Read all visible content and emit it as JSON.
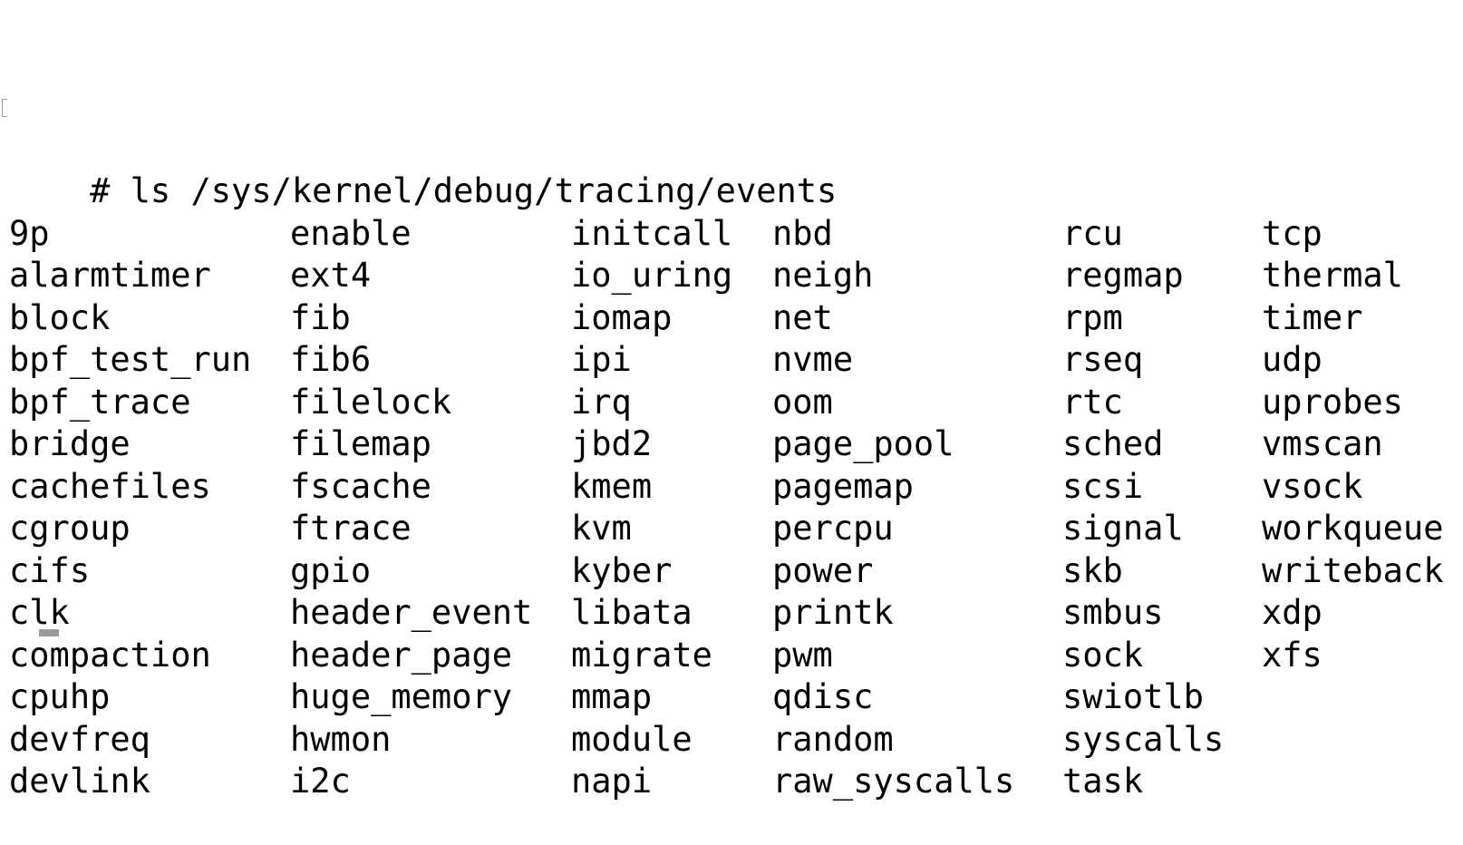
{
  "terminal": {
    "prompt": "# ls /sys/kernel/debug/tracing/events",
    "rows": [
      [
        "9p",
        "enable",
        "initcall",
        "nbd",
        "rcu",
        "tcp"
      ],
      [
        "alarmtimer",
        "ext4",
        "io_uring",
        "neigh",
        "regmap",
        "thermal"
      ],
      [
        "block",
        "fib",
        "iomap",
        "net",
        "rpm",
        "timer"
      ],
      [
        "bpf_test_run",
        "fib6",
        "ipi",
        "nvme",
        "rseq",
        "udp"
      ],
      [
        "bpf_trace",
        "filelock",
        "irq",
        "oom",
        "rtc",
        "uprobes"
      ],
      [
        "bridge",
        "filemap",
        "jbd2",
        "page_pool",
        "sched",
        "vmscan"
      ],
      [
        "cachefiles",
        "fscache",
        "kmem",
        "pagemap",
        "scsi",
        "vsock"
      ],
      [
        "cgroup",
        "ftrace",
        "kvm",
        "percpu",
        "signal",
        "workqueue"
      ],
      [
        "cifs",
        "gpio",
        "kyber",
        "power",
        "skb",
        "writeback"
      ],
      [
        "clk",
        "header_event",
        "libata",
        "printk",
        "smbus",
        "xdp"
      ],
      [
        "compaction",
        "header_page",
        "migrate",
        "pwm",
        "sock",
        "xfs"
      ],
      [
        "cpuhp",
        "huge_memory",
        "mmap",
        "qdisc",
        "swiotlb",
        ""
      ],
      [
        "devfreq",
        "hwmon",
        "module",
        "random",
        "syscalls",
        ""
      ],
      [
        "devlink",
        "i2c",
        "napi",
        "raw_syscalls",
        "task",
        ""
      ]
    ]
  }
}
